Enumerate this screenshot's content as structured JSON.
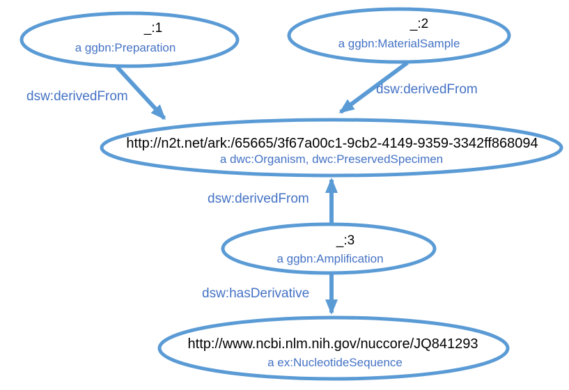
{
  "diagram": {
    "colors": {
      "background": "#FFFFFF",
      "node_stroke": "#5B9BD5",
      "arrow": "#5B9BD5",
      "type_text": "#4472C4",
      "uri_text": "#000000"
    },
    "nodes": [
      {
        "id": "_:1",
        "label": "_:1",
        "type": "a ggbn:Preparation"
      },
      {
        "id": "_:2",
        "label": "_:2",
        "type": "a ggbn:MaterialSample"
      },
      {
        "id": "specimen",
        "label": "http://n2t.net/ark:/65665/3f67a00c1-9cb2-4149-9359-3342ff868094",
        "type": "a dwc:Organism, dwc:PreservedSpecimen"
      },
      {
        "id": "_:3",
        "label": "_:3",
        "type": "a ggbn:Amplification"
      },
      {
        "id": "sequence",
        "label": "http://www.ncbi.nlm.nih.gov/nuccore/JQ841293",
        "type": "a ex:NucleotideSequence"
      }
    ],
    "edges": [
      {
        "label": "dsw:derivedFrom",
        "from": "_:1",
        "to": "specimen"
      },
      {
        "label": "dsw:derivedFrom",
        "from": "_:2",
        "to": "specimen"
      },
      {
        "label": "dsw:derivedFrom",
        "from": "_:3",
        "to": "specimen"
      },
      {
        "label": "dsw:hasDerivative",
        "from": "_:3",
        "to": "sequence"
      }
    ]
  }
}
